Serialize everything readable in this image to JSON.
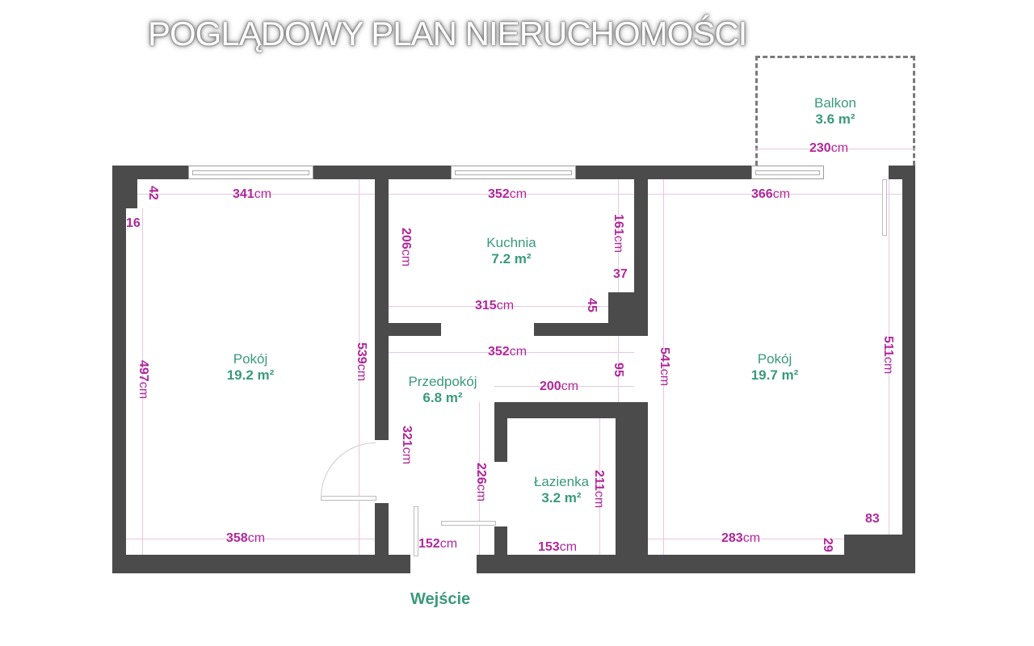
{
  "title": "POGLĄDOWY PLAN NIERUCHOMOŚCI",
  "entrance": "Wejście",
  "unit": "cm",
  "rooms": [
    {
      "name": "Pokój",
      "area": "19.2 m²"
    },
    {
      "name": "Kuchnia",
      "area": "7.2 m²"
    },
    {
      "name": "Przedpokój",
      "area": "6.8 m²"
    },
    {
      "name": "Łazienka",
      "area": "3.2 m²"
    },
    {
      "name": "Pokój",
      "area": "19.7 m²"
    },
    {
      "name": "Balkon",
      "area": "3.6 m²"
    }
  ],
  "dims": [
    "341",
    "352",
    "366",
    "230",
    "42",
    "16",
    "206",
    "161",
    "37",
    "315",
    "45",
    "352",
    "539",
    "497",
    "200",
    "95",
    "541",
    "511",
    "321",
    "226",
    "211",
    "358",
    "152",
    "153",
    "283",
    "29",
    "83"
  ],
  "colors": {
    "wall": "#4b4b4b",
    "dimension": "#b0289a",
    "room_label": "#3a9a7a"
  }
}
